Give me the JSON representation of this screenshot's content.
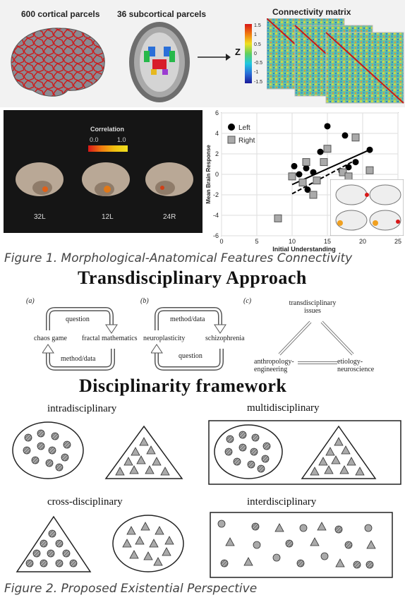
{
  "figure1": {
    "label_cortical": "600 cortical parcels",
    "label_subcortical": "36 subcortical parcels",
    "label_matrix": "Connectivity matrix",
    "z_label": "Z",
    "z_ticks": [
      "1.5",
      "1",
      "0.5",
      "0",
      "-0.5",
      "-1",
      "-1.5"
    ],
    "correlation_title": "Correlation",
    "correlation_min": "0.0",
    "correlation_max": "1.0",
    "brain_labels": [
      "32L",
      "12L",
      "24R"
    ],
    "caption": "Figure 1. Morphological-Anatomical Features Connectivity"
  },
  "scatter": {
    "ylabel": "Mean Brain Response",
    "xlabel": "Initial Understanding",
    "legend_left": "Left",
    "legend_right": "Right",
    "xticks": [
      "0",
      "5",
      "10",
      "15",
      "20",
      "25"
    ],
    "yticks": [
      "6",
      "4",
      "2",
      "0",
      "-2",
      "-4",
      "-6"
    ]
  },
  "chart_data": {
    "type": "scatter",
    "xlabel": "Initial Understanding",
    "ylabel": "Mean Brain Response",
    "xlim": [
      0,
      25
    ],
    "ylim": [
      -6,
      6
    ],
    "series": [
      {
        "name": "Left",
        "marker": "circle",
        "color": "#000000",
        "x": [
          8,
          10.3,
          11,
          12,
          12.2,
          13,
          14,
          15,
          17,
          17.5,
          18,
          19,
          21
        ],
        "y": [
          -4.3,
          0.8,
          0,
          0.6,
          -1.5,
          0.2,
          2.2,
          4.7,
          0.3,
          3.8,
          0.7,
          1.2,
          2.4
        ]
      },
      {
        "name": "Right",
        "marker": "square",
        "color": "#aaaaaa",
        "x": [
          8,
          10,
          11.5,
          12,
          13,
          13.5,
          14.5,
          15,
          17.2,
          18,
          19,
          21
        ],
        "y": [
          -4.3,
          -0.2,
          -0.8,
          1.2,
          -2,
          -0.6,
          1.2,
          2.5,
          0.2,
          -0.2,
          3.6,
          0.4
        ]
      }
    ],
    "grid": true,
    "legend": "top-left"
  },
  "approach": {
    "heading": "Transdisciplinary Approach",
    "a": {
      "tag": "(a)",
      "top": "question",
      "left": "chaos game",
      "right": "fractal mathematics",
      "bottom": "method/data"
    },
    "b": {
      "tag": "(b)",
      "top": "method/data",
      "left": "neuroplasticity",
      "right": "schizophrenia",
      "bottom": "question"
    },
    "c": {
      "tag": "(c)",
      "top": "transdisciplinary issues",
      "left": "anthropology-engineering",
      "right": "etiology-neuroscience"
    }
  },
  "framework": {
    "heading": "Disciplinarity framework",
    "intra": "intradisciplinary",
    "multi": "multidisciplinary",
    "cross": "cross-disciplinary",
    "inter": "interdisciplinary",
    "caption": "Figure 2. Proposed Existential Perspective"
  }
}
